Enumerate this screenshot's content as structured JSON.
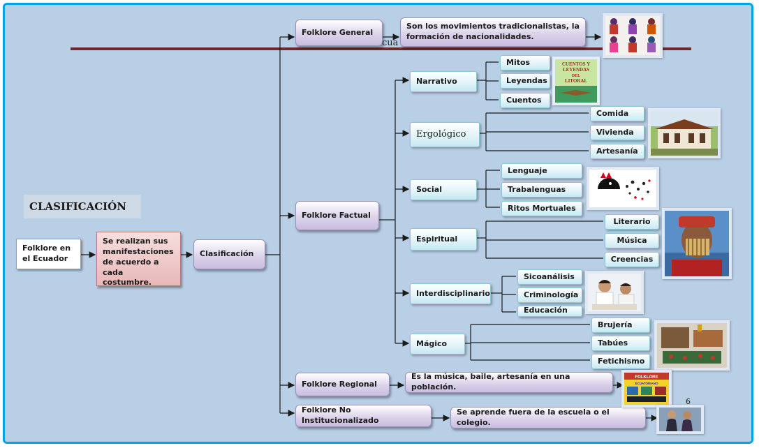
{
  "title": "CLASIFICACIÓN",
  "page_number": "6",
  "occluded_title_fragment": "cua",
  "root": "Folklore en el Ecuador",
  "description": "Se realizan sus manifestaciones de acuerdo a cada costumbre.",
  "clasificacion": "Clasificación",
  "general": {
    "label": "Folklore General",
    "text": "Son los movimientos tradicionalistas, la formación de nacionalidades."
  },
  "factual": {
    "label": "Folklore Factual",
    "narrativo": {
      "label": "Narrativo",
      "items": [
        "Mitos",
        "Leyendas",
        "Cuentos"
      ]
    },
    "ergologico": {
      "label": "Ergológico",
      "items": [
        "Comida",
        "Vivienda",
        "Artesanía"
      ]
    },
    "social": {
      "label": "Social",
      "items": [
        "Lenguaje",
        "Trabalenguas",
        "Ritos Mortuales"
      ]
    },
    "espiritual": {
      "label": "Espiritual",
      "items": [
        "Literario",
        "Música",
        "Creencias"
      ]
    },
    "interdisciplinario": {
      "label": "Interdisciplinario",
      "items": [
        "Sicoanálisis",
        "Criminología",
        "Educación"
      ]
    },
    "magico": {
      "label": "Mágico",
      "items": [
        "Brujería",
        "Tabúes",
        "Fetichismo"
      ]
    }
  },
  "regional": {
    "label": "Folklore Regional",
    "text": "Es la música, baile,  artesanía en una población."
  },
  "no_institucionalizado": {
    "label": "Folklore No Institucionalizado",
    "text": "Se aprende  fuera de la escuela o el colegio."
  },
  "book_cover": {
    "line1": "CUENTOS Y",
    "line2": "LEYENDAS",
    "line3": "DEL",
    "line4": "LITORAL"
  },
  "regional_cover": {
    "line1": "FOLKLORE",
    "line2": "ECUATORIANO"
  },
  "colors": {
    "frame": "#00a2e8",
    "background": "#b9cfe6",
    "rule": "#6b2b2b",
    "connector": "#1a1a1a"
  }
}
